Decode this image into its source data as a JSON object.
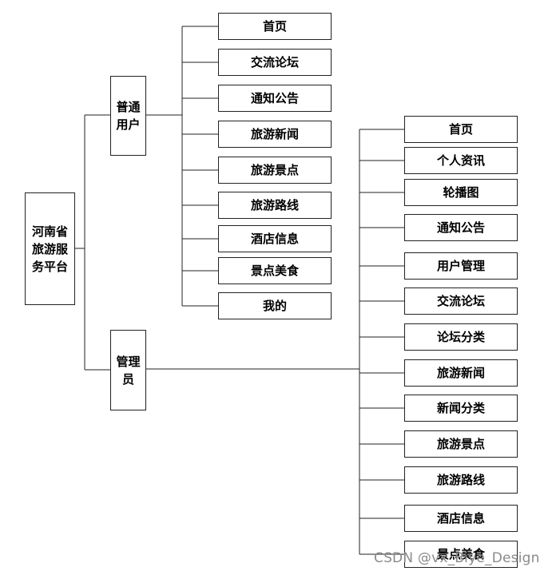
{
  "root": {
    "label": "河南省旅游服务平台"
  },
  "branches": [
    {
      "label": "普通用户",
      "children": [
        "首页",
        "交流论坛",
        "通知公告",
        "旅游新闻",
        "旅游景点",
        "旅游路线",
        "酒店信息",
        "景点美食",
        "我的"
      ]
    },
    {
      "label": "管理员",
      "children": [
        "首页",
        "个人资讯",
        "轮播图",
        "通知公告",
        "用户管理",
        "交流论坛",
        "论坛分类",
        "旅游新闻",
        "新闻分类",
        "旅游景点",
        "旅游路线",
        "酒店信息",
        "景点美食"
      ]
    }
  ],
  "watermark": "CSDN @vx_Biye_Design"
}
